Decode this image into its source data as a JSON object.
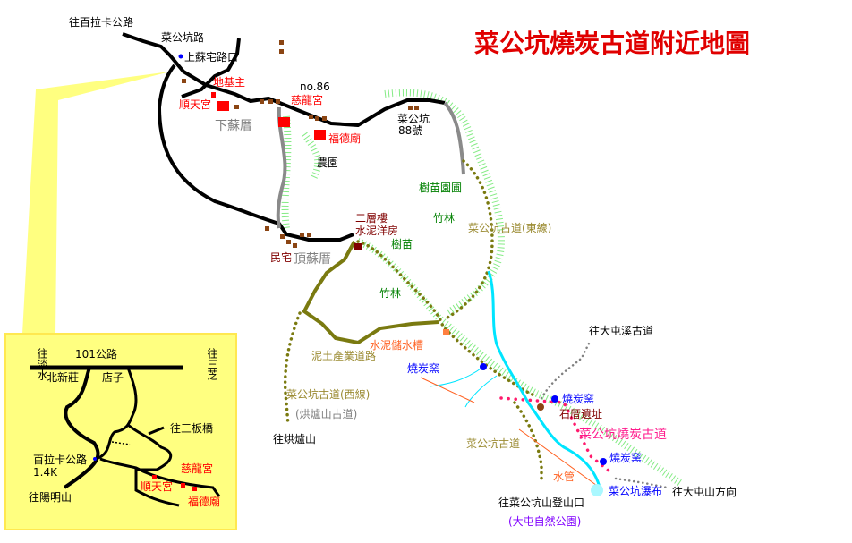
{
  "title": "菜公坑燒炭古道附近地圖",
  "labels": {
    "to_bailaka": "往百拉卡公路",
    "caigongkeng_road": "菜公坑路",
    "shangsu_junction": "上蘇宅路口",
    "dijizhu": "地基主",
    "shuntian": "順天宮",
    "xiasucuo": "下蘇厝",
    "no86": "no.86",
    "cilong": "慈龍宮",
    "fude": "福德廟",
    "ckk88_1": "菜公坑",
    "ckk88_2": "88號",
    "farm": "農園",
    "nursery": "樹苗園圃",
    "bamboo1": "竹林",
    "east_trail": "菜公坑古道(東線)",
    "house_1": "二層樓",
    "house_2": "水泥洋房",
    "seedling": "樹苗",
    "residence": "民宅",
    "dingsucuo": "頂蘇厝",
    "bamboo2": "竹林",
    "water_tank": "水泥儲水槽",
    "dirt_road": "泥土產業道路",
    "kiln1": "燒炭窯",
    "west_trail": "菜公坑古道(西線)",
    "west_trail_alt": "(烘爐山古道)",
    "to_honglu": "往烘爐山",
    "to_datun_creek": "往大屯溪古道",
    "kiln2": "燒炭窯",
    "stone_house": "石厝遺址",
    "charcoal_trail": "菜公坑燒炭古道",
    "ancient_trail": "菜公坑古道",
    "kiln3": "燒炭窯",
    "water_pipe": "水管",
    "waterfall": "菜公坑瀑布",
    "to_datun_mtn": "往大屯山方向",
    "to_trailhead": "往菜公坑山登山口",
    "datun_park": "(大屯自然公園)"
  },
  "inset": {
    "to_danshui": "往淡水",
    "hwy101": "101公路",
    "to_sanzhi": "往三芝",
    "beixinzhuang": "北新莊",
    "dianzi": "店子",
    "to_sanbanqiao": "往三板橋",
    "bailaka": "百拉卡公路",
    "bailaka_km": "1.4K",
    "cilong": "慈龍宮",
    "shuntian": "順天宮",
    "fude": "福德廟",
    "to_yangmingshan": "往陽明山"
  },
  "colors": {
    "temple": "#ff0000",
    "inset_bg": "#ffff80",
    "river": "#00e5ff",
    "trail": "#7a7a10"
  }
}
